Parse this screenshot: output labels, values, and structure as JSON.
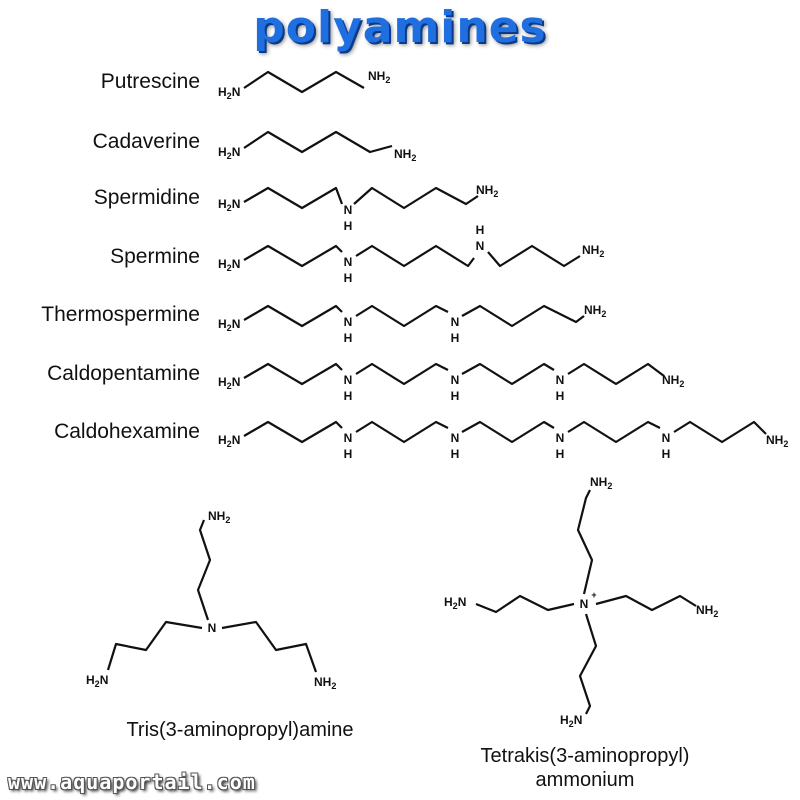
{
  "title": "polyamines",
  "compounds": [
    {
      "name": "Putrescine"
    },
    {
      "name": "Cadaverine"
    },
    {
      "name": "Spermidine"
    },
    {
      "name": "Spermine"
    },
    {
      "name": "Thermospermine"
    },
    {
      "name": "Caldopentamine"
    },
    {
      "name": "Caldohexamine"
    }
  ],
  "labels": {
    "amine_head": "H",
    "amine_sub": "2",
    "amine_n": "N",
    "nh2_tail": "NH",
    "imine_n": "N",
    "imine_h": "H",
    "central_n": "N",
    "ammonium_n": "N",
    "ammonium_charge": "+"
  },
  "captions": {
    "tris": "Tris(3-aminopropyl)amine",
    "tetrakis_line1": "Tetrakis(3-aminopropyl)",
    "tetrakis_line2": "ammonium"
  },
  "watermark": "www.aquaportail.com"
}
